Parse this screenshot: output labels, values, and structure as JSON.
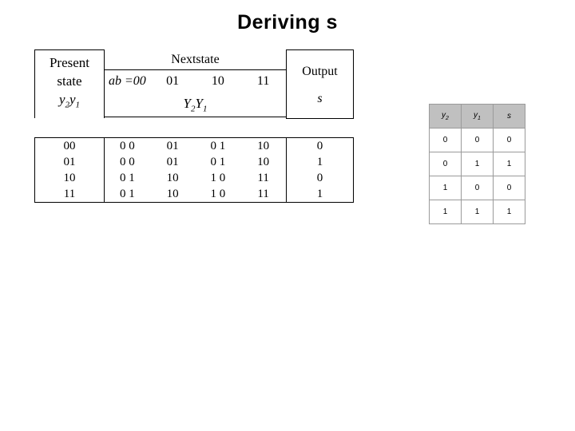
{
  "title": "Deriving  s",
  "main_table": {
    "present_state_label_line1": "Present",
    "present_state_label_line2": "state",
    "present_state_vars": {
      "y2": "y",
      "y2sub": "2",
      "y1": "y",
      "y1sub": "1"
    },
    "next_state_header": "Nextstate",
    "next_state_columns": [
      "ab =00",
      "01",
      "10",
      "11"
    ],
    "next_state_vars": {
      "Y2": "Y",
      "Y2sub": "2",
      "Y1": "Y",
      "Y1sub": "1"
    },
    "output_header": "Output",
    "output_var": "s",
    "rows": [
      {
        "present": "00",
        "next": [
          "0 0",
          "01",
          "0 1",
          "10"
        ],
        "output": "0"
      },
      {
        "present": "01",
        "next": [
          "0 0",
          "01",
          "0 1",
          "10"
        ],
        "output": "1"
      },
      {
        "present": "10",
        "next": [
          "0 1",
          "10",
          "1 0",
          "11"
        ],
        "output": "0"
      },
      {
        "present": "11",
        "next": [
          "0 1",
          "10",
          "1 0",
          "11"
        ],
        "output": "1"
      }
    ]
  },
  "right_table": {
    "headers": [
      {
        "var": "y",
        "sub": "2"
      },
      {
        "var": "y",
        "sub": "1"
      },
      {
        "var": "s",
        "sub": ""
      }
    ],
    "rows": [
      [
        "0",
        "0",
        "0"
      ],
      [
        "0",
        "1",
        "1"
      ],
      [
        "1",
        "0",
        "0"
      ],
      [
        "1",
        "1",
        "1"
      ]
    ]
  }
}
